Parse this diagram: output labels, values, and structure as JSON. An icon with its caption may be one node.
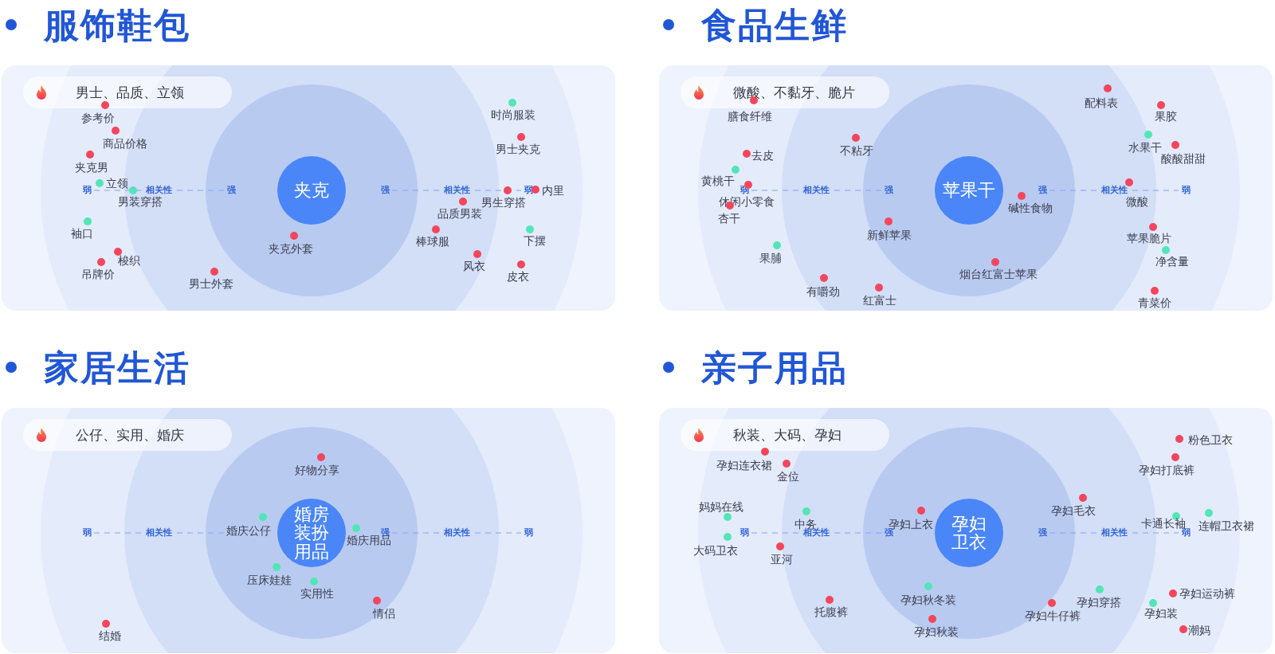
{
  "diagram": {
    "nodes": [
      {
        "text": [
          "服饰鞋包"
        ]
      },
      {
        "text": [
          "男士、品质、立领"
        ],
        "in": 0
      },
      {
        "text": [
          "夹克"
        ],
        "in": 0
      },
      {
        "text": [
          "参考价"
        ],
        "in": 0
      },
      {
        "text": [
          "商品价格"
        ],
        "in": 0
      },
      {
        "text": [
          "夹克男"
        ],
        "in": 0
      },
      {
        "text": [
          "立领"
        ],
        "in": 0
      },
      {
        "text": [
          "男装穿搭"
        ],
        "in": 0
      },
      {
        "text": [
          "袖口"
        ],
        "in": 0
      },
      {
        "text": [
          "梭织"
        ],
        "in": 0
      },
      {
        "text": [
          "吊牌价"
        ],
        "in": 0
      },
      {
        "text": [
          "男士外套"
        ]
      },
      {
        "text": [
          "夹克外套"
        ],
        "in": 0
      },
      {
        "text": [
          "时尚服装"
        ],
        "in": 0
      },
      {
        "text": [
          "男士夹克"
        ],
        "in": 0
      },
      {
        "text": [
          "男生穿搭"
        ],
        "in": 0
      },
      {
        "text": [
          "内里"
        ],
        "in": 0
      },
      {
        "text": [
          "品质男装"
        ],
        "in": 0
      },
      {
        "text": [
          "棒球服"
        ],
        "in": 0
      },
      {
        "text": [
          "下摆"
        ],
        "in": 0
      },
      {
        "text": [
          "风衣"
        ],
        "in": 0
      },
      {
        "text": [
          "皮衣"
        ],
        "in": 0
      },
      {
        "text": [
          "食品生鲜"
        ]
      },
      {
        "text": [
          "微酸、不黏牙、脆片"
        ],
        "in": 22
      },
      {
        "text": [
          "苹果干"
        ],
        "in": 22
      },
      {
        "text": [
          "膳食纤维"
        ],
        "in": 22
      },
      {
        "text": [
          "不粘牙"
        ],
        "in": 22
      },
      {
        "text": [
          "去皮"
        ],
        "in": 22
      },
      {
        "text": [
          "黄桃干"
        ],
        "in": 22
      },
      {
        "text": [
          "休闲小零食"
        ],
        "in": 22
      },
      {
        "text": [
          "杏干"
        ],
        "in": 22
      },
      {
        "text": [
          "果脯"
        ],
        "in": 22
      },
      {
        "text": [
          "有嚼劲"
        ],
        "in": 22
      },
      {
        "text": [
          "红富士"
        ]
      },
      {
        "text": [
          "新鲜苹果"
        ],
        "in": 22
      },
      {
        "text": [
          "烟台红富士苹果"
        ]
      },
      {
        "text": [
          "碱性食物"
        ],
        "in": 22
      },
      {
        "text": [
          "配料表"
        ],
        "in": 22
      },
      {
        "text": [
          "果胶"
        ],
        "in": 22
      },
      {
        "text": [
          "水果干"
        ],
        "in": 22
      },
      {
        "text": [
          "酸酸甜甜"
        ],
        "in": 22
      },
      {
        "text": [
          "微酸"
        ],
        "in": 22
      },
      {
        "text": [
          "苹果脆片"
        ],
        "in": 22
      },
      {
        "text": [
          "净含量"
        ],
        "in": 22
      },
      {
        "text": [
          "青菜价"
        ],
        "in": 22
      },
      {
        "text": [
          "家居生活"
        ]
      },
      {
        "text": [
          "公仔、实用、婚庆"
        ],
        "in": 45
      },
      {
        "text": [
          "婚房装扮用品"
        ],
        "in": 45
      },
      {
        "text": [
          "好物分享"
        ],
        "in": 45
      },
      {
        "text": [
          "婚庆公仔"
        ],
        "in": 45
      },
      {
        "text": [
          "婚庆用品"
        ],
        "in": 45
      },
      {
        "text": [
          "压床娃娃"
        ],
        "in": 45
      },
      {
        "text": [
          "实用性"
        ],
        "in": 45
      },
      {
        "text": [
          "情侣"
        ],
        "in": 45
      },
      {
        "text": [
          "结婚"
        ],
        "in": 45
      },
      {
        "text": [
          "亲子用品"
        ]
      },
      {
        "text": [
          "秋装、大码、孕妇"
        ],
        "in": 55
      },
      {
        "text": [
          "孕妇卫衣"
        ],
        "in": 55
      },
      {
        "text": [
          "孕妇连衣裙"
        ],
        "in": 55
      },
      {
        "text": [
          "金位"
        ],
        "in": 55
      },
      {
        "text": [
          "妈妈在线"
        ],
        "in": 55
      },
      {
        "text": [
          "中务"
        ],
        "in": 55
      },
      {
        "text": [
          "大码卫衣"
        ],
        "in": 55
      },
      {
        "text": [
          "亚河"
        ],
        "in": 55
      },
      {
        "text": [
          "托腹裤"
        ],
        "in": 55
      },
      {
        "text": [
          "孕妇上衣"
        ],
        "in": 55
      },
      {
        "text": [
          "孕妇秋冬装"
        ],
        "in": 55
      },
      {
        "text": [
          "孕妇秋装"
        ],
        "in": 55
      },
      {
        "text": [
          "孕妇毛衣"
        ],
        "in": 55
      },
      {
        "text": [
          "孕妇牛仔裤"
        ],
        "in": 55
      },
      {
        "text": [
          "孕妇穿搭"
        ],
        "in": 55
      },
      {
        "text": [
          "粉色卫衣"
        ],
        "in": 55
      },
      {
        "text": [
          "孕妇打底裤"
        ],
        "in": 55
      },
      {
        "text": [
          "卡通长袖"
        ],
        "in": 55
      },
      {
        "text": [
          "连帽卫衣裙"
        ],
        "in": 55
      },
      {
        "text": [
          "孕妇运动裤"
        ],
        "in": 55
      },
      {
        "text": [
          "孕妇装"
        ],
        "in": 55
      },
      {
        "text": [
          "潮妈"
        ],
        "in": 55
      }
    ],
    "labels": [
      "弱",
      "相关性",
      "强",
      "强",
      "相关性",
      "弱",
      "弱",
      "相关性",
      "强",
      "强",
      "相关性",
      "弱",
      "弱",
      "相关性",
      "强",
      "相关性",
      "弱",
      "弱",
      "相关性",
      "强",
      "强",
      "相关性",
      "弱"
    ]
  }
}
